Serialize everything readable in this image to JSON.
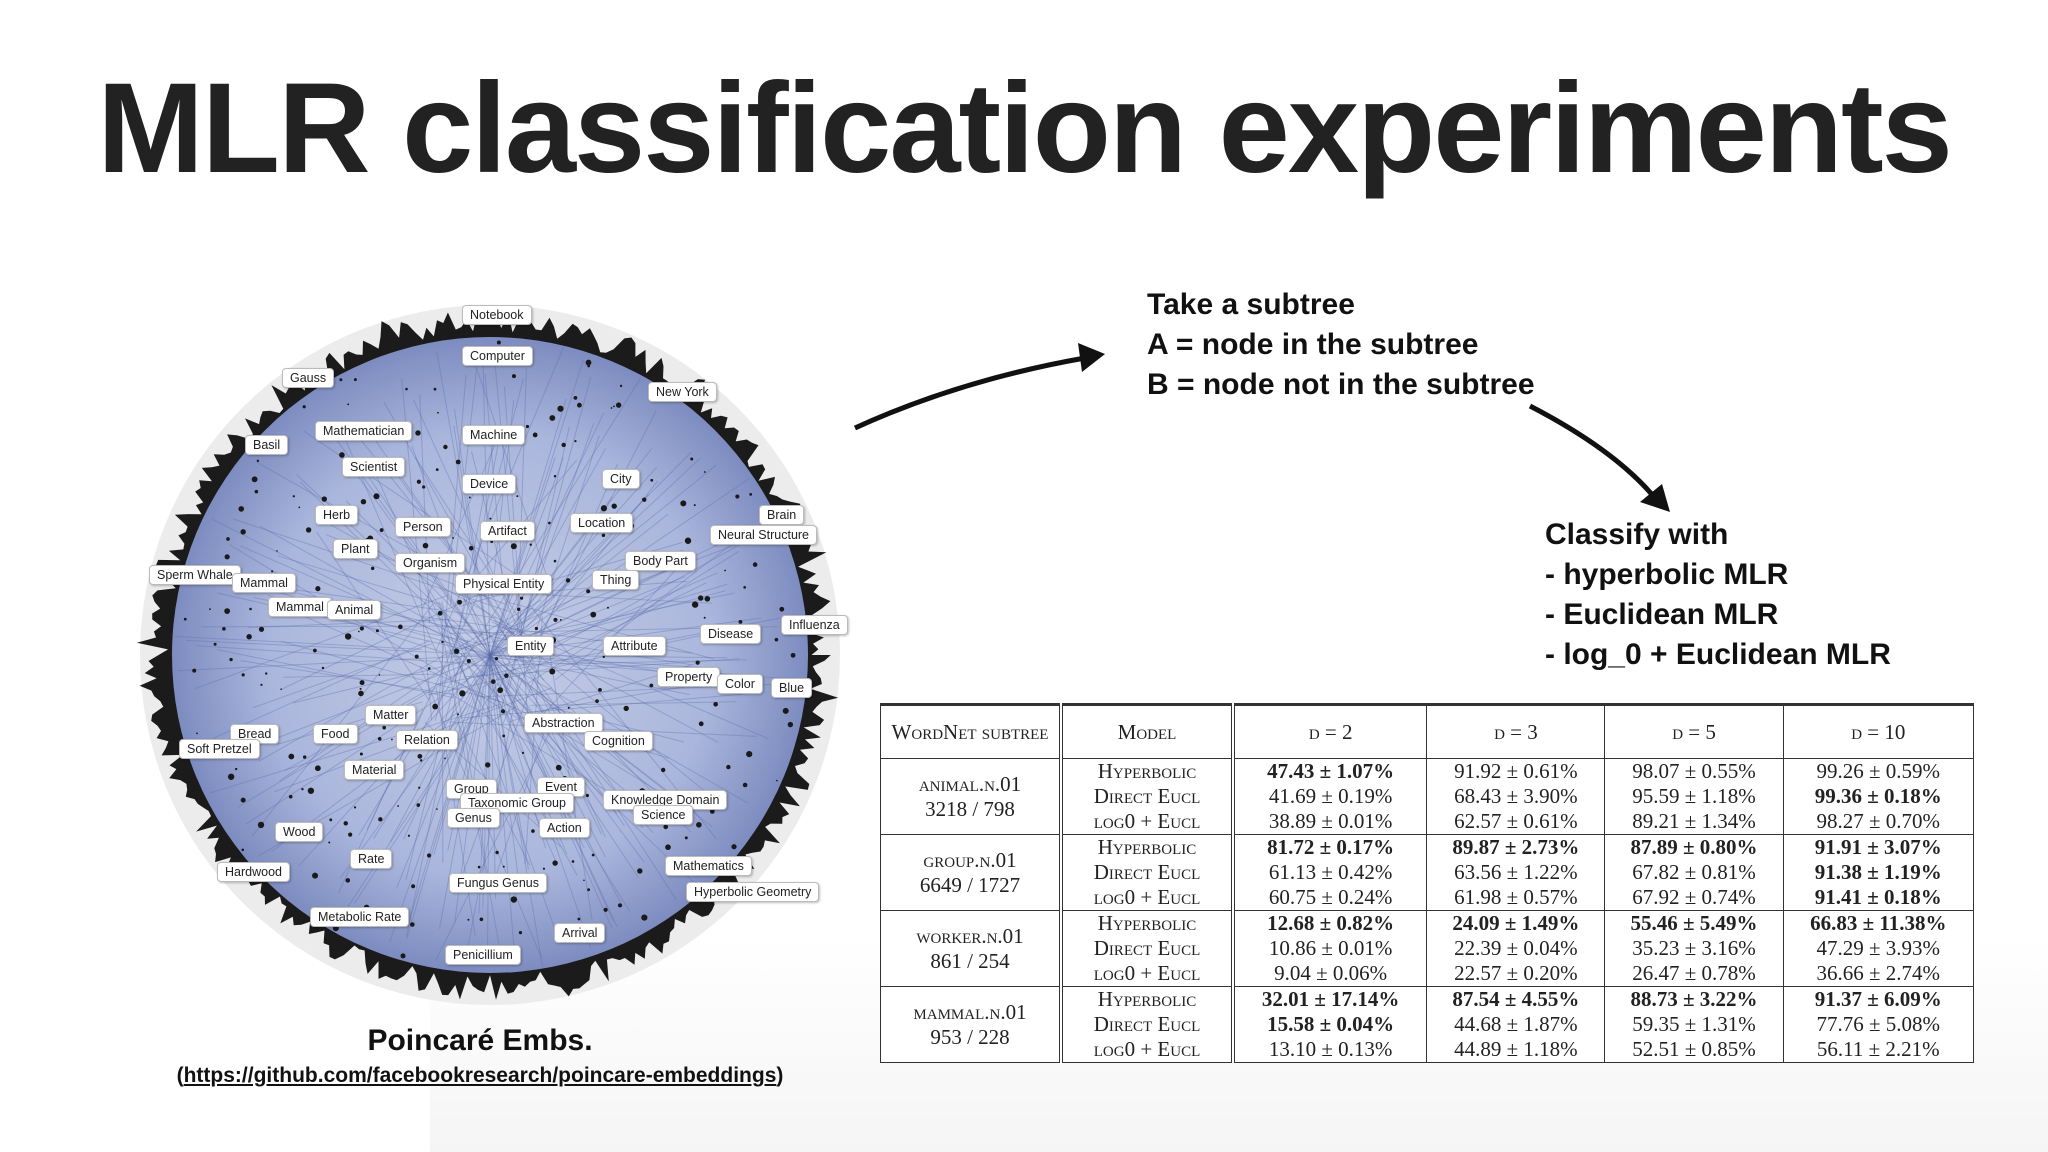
{
  "title": "MLR classification experiments",
  "figure": {
    "caption": "Poincaré Embs.",
    "url_text": "https://github.com/facebookresearch/poincare-embeddings",
    "nodes": [
      "Notebook",
      "Computer",
      "Gauss",
      "New York",
      "Mathematician",
      "Machine",
      "Basil",
      "Scientist",
      "Device",
      "City",
      "Herb",
      "Person",
      "Artifact",
      "Location",
      "Brain",
      "Neural Structure",
      "Plant",
      "Organism",
      "Body Part",
      "Sperm Whale",
      "Mammal",
      "Physical Entity",
      "Thing",
      "Mammal",
      "Animal",
      "Entity",
      "Attribute",
      "Disease",
      "Influenza",
      "Property",
      "Color",
      "Blue",
      "Matter",
      "Abstraction",
      "Bread",
      "Food",
      "Relation",
      "Cognition",
      "Soft Pretzel",
      "Material",
      "Group",
      "Event",
      "Taxonomic Group",
      "Knowledge Domain",
      "Science",
      "Genus",
      "Action",
      "Wood",
      "Rate",
      "Mathematics",
      "Hardwood",
      "Fungus Genus",
      "Hyperbolic Geometry",
      "Metabolic Rate",
      "Arrival",
      "Penicillium"
    ]
  },
  "steps": {
    "lines": [
      "Take a subtree",
      "A = node in the subtree",
      "B = node not in the subtree"
    ]
  },
  "classify": {
    "lines": [
      "Classify with",
      "-  hyperbolic MLR",
      "-  Euclidean MLR",
      "-  log_0 + Euclidean MLR"
    ]
  },
  "table": {
    "header": {
      "subtree": "WordNet subtree",
      "model": "Model",
      "d2": "d = 2",
      "d3": "d = 3",
      "d5": "d = 5",
      "d10": "d = 10"
    },
    "groups": [
      {
        "name": "animal.n.01",
        "counts": "3218 / 798",
        "models": [
          "Hyperbolic",
          "Direct Eucl",
          "log0 + Eucl"
        ],
        "rows": [
          {
            "d2": "47.43 ± 1.07%",
            "d3": "91.92 ± 0.61%",
            "d5": "98.07 ± 0.55%",
            "d10": "99.26 ± 0.59%"
          },
          {
            "d2": "41.69 ± 0.19%",
            "d3": "68.43 ± 3.90%",
            "d5": "95.59 ± 1.18%",
            "d10": "99.36 ± 0.18%"
          },
          {
            "d2": "38.89 ± 0.01%",
            "d3": "62.57 ± 0.61%",
            "d5": "89.21 ± 1.34%",
            "d10": "98.27 ± 0.70%"
          }
        ]
      },
      {
        "name": "group.n.01",
        "counts": "6649 / 1727",
        "models": [
          "Hyperbolic",
          "Direct Eucl",
          "log0 + Eucl"
        ],
        "rows": [
          {
            "d2": "81.72 ± 0.17%",
            "d3": "89.87 ± 2.73%",
            "d5": "87.89 ± 0.80%",
            "d10": "91.91 ± 3.07%"
          },
          {
            "d2": "61.13 ± 0.42%",
            "d3": "63.56 ± 1.22%",
            "d5": "67.82 ± 0.81%",
            "d10": "91.38 ± 1.19%"
          },
          {
            "d2": "60.75 ± 0.24%",
            "d3": "61.98 ± 0.57%",
            "d5": "67.92 ± 0.74%",
            "d10": "91.41 ± 0.18%"
          }
        ]
      },
      {
        "name": "worker.n.01",
        "counts": "861 / 254",
        "models": [
          "Hyperbolic",
          "Direct Eucl",
          "log0 + Eucl"
        ],
        "rows": [
          {
            "d2": "12.68 ± 0.82%",
            "d3": "24.09 ± 1.49%",
            "d5": "55.46 ± 5.49%",
            "d10": "66.83 ± 11.38%"
          },
          {
            "d2": "10.86 ± 0.01%",
            "d3": "22.39 ± 0.04%",
            "d5": "35.23 ± 3.16%",
            "d10": "47.29 ± 3.93%"
          },
          {
            "d2": "9.04 ± 0.06%",
            "d3": "22.57 ± 0.20%",
            "d5": "26.47 ± 0.78%",
            "d10": "36.66 ± 2.74%"
          }
        ]
      },
      {
        "name": "mammal.n.01",
        "counts": "953 / 228",
        "models": [
          "Hyperbolic",
          "Direct Eucl",
          "log0 + Eucl"
        ],
        "rows": [
          {
            "d2": "32.01 ± 17.14%",
            "d3": "87.54 ± 4.55%",
            "d5": "88.73 ± 3.22%",
            "d10": "91.37 ± 6.09%"
          },
          {
            "d2": "15.58 ± 0.04%",
            "d3": "44.68 ± 1.87%",
            "d5": "59.35 ± 1.31%",
            "d10": "77.76 ± 5.08%"
          },
          {
            "d2": "13.10 ± 0.13%",
            "d3": "44.89 ± 1.18%",
            "d5": "52.51 ± 0.85%",
            "d10": "56.11 ± 2.21%"
          }
        ]
      }
    ],
    "bold": [
      [
        [
          1,
          0,
          0,
          0
        ],
        [
          0,
          0,
          0,
          1
        ],
        [
          0,
          0,
          0,
          0
        ]
      ],
      [
        [
          1,
          1,
          1,
          1
        ],
        [
          0,
          0,
          0,
          1
        ],
        [
          0,
          0,
          0,
          1
        ]
      ],
      [
        [
          1,
          1,
          1,
          1
        ],
        [
          0,
          0,
          0,
          0
        ],
        [
          0,
          0,
          0,
          0
        ]
      ],
      [
        [
          1,
          1,
          1,
          1
        ],
        [
          1,
          0,
          0,
          0
        ],
        [
          0,
          0,
          0,
          0
        ]
      ]
    ]
  }
}
